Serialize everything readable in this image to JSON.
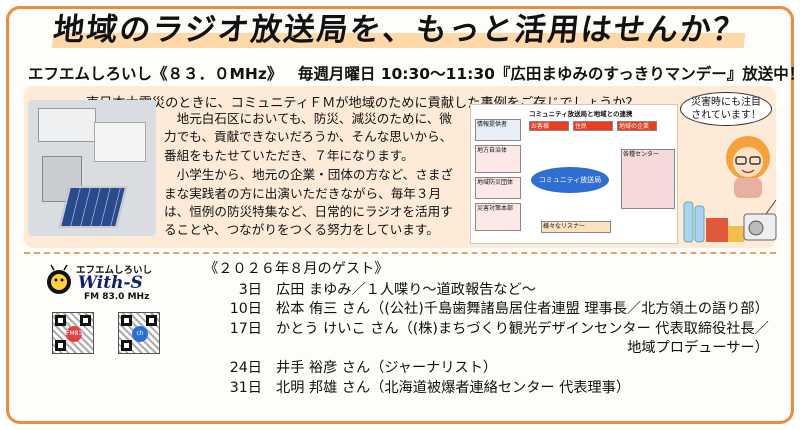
{
  "title": "地域のラジオ放送局を、もっと活用はせんか？",
  "subtitle": {
    "station": "エフエムしろいし《８３．０MHz》",
    "schedule": "毎週月曜日 10:30～11:30『広田まゆみのすっきりマンデー』放送中！！"
  },
  "intro": {
    "question": "東日本大震災のときに、コミュニティＦＭが地域のために貢献した事例をご存じでしょうか？",
    "paragraph1": "地元白石区においても、防災、減災のために、微力でも、貢献できないだろうか、そんな思いから、番組をもたせていただき、７年になります。",
    "paragraph2": "小学生から、地元の企業・団体の方など、さまざまな実践者の方に出演いただきながら、毎年３月は、恒例の防災特集など、日常的にラジオを活用することや、つながりをつくる努力をしています。"
  },
  "bubble": {
    "line1": "災害時にも注目",
    "line2": "されています！"
  },
  "diagram": {
    "title": "コミュニティ放送局と地域との連携",
    "center_label": "コミュニティ放送局",
    "blocks": [
      "情報提供者",
      "地方自治体",
      "地域防災団体",
      "災害対策本部",
      "お客様",
      "住民",
      "地域の企業",
      "各種センター",
      "様々なリスナー"
    ]
  },
  "logo": {
    "kana": "エフエムしろいし",
    "brand": "With-S",
    "freq": "FM 83.0 MHz"
  },
  "qr_codes": [
    {
      "label": "FM83"
    },
    {
      "label": "ch"
    }
  ],
  "guests": {
    "heading": "《２０２６年８月のゲスト》",
    "rows": [
      {
        "day": "3日",
        "text": "広田 まゆみ／１人喋り～道政報告など～"
      },
      {
        "day": "10日",
        "text": "松本 侑三 さん（(公社)千島歯舞諸島居住者連盟 理事長／北方領土の語り部）"
      },
      {
        "day": "17日",
        "text": "かとう けいこ さん（(株)まちづくり観光デザインセンター 代表取締役社長／"
      },
      {
        "day": "",
        "text": "地域プロデューサー）"
      },
      {
        "day": "24日",
        "text": "井手 裕彦 さん（ジャーナリスト）"
      },
      {
        "day": "31日",
        "text": "北明 邦雄 さん（北海道被爆者連絡センター 代表理事）"
      }
    ]
  },
  "colors": {
    "frame": "#f08a3c",
    "panel": "#fdebd8",
    "brand": "#0d1f6e",
    "center": "#2f6fd1"
  }
}
